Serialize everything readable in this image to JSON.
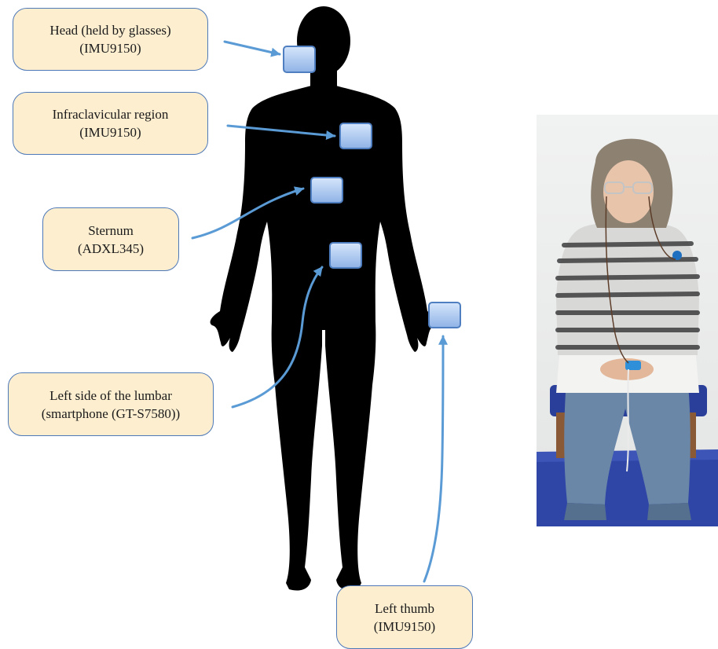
{
  "sensor_labels": {
    "head": {
      "line1": "Head (held by glasses)",
      "line2": "(IMU9150)"
    },
    "infraclavicular": {
      "line1": "Infraclavicular region",
      "line2": "(IMU9150)"
    },
    "sternum": {
      "line1": "Sternum",
      "line2": "(ADXL345)"
    },
    "lumbar": {
      "line1": "Left side of the lumbar",
      "line2": "(smartphone (GT-S7580))"
    },
    "thumb": {
      "line1": "Left thumb",
      "line2": "(IMU9150)"
    }
  },
  "colors": {
    "label_fill": "#fdeed0",
    "label_border": "#4e79b8",
    "arrow": "#5b9bd5",
    "sensor_fill": "#a9c6ee",
    "silhouette": "#000000"
  },
  "icons": {
    "body": "human-silhouette",
    "sensor": "sensor-box-icon",
    "photo": "participant-photo"
  }
}
